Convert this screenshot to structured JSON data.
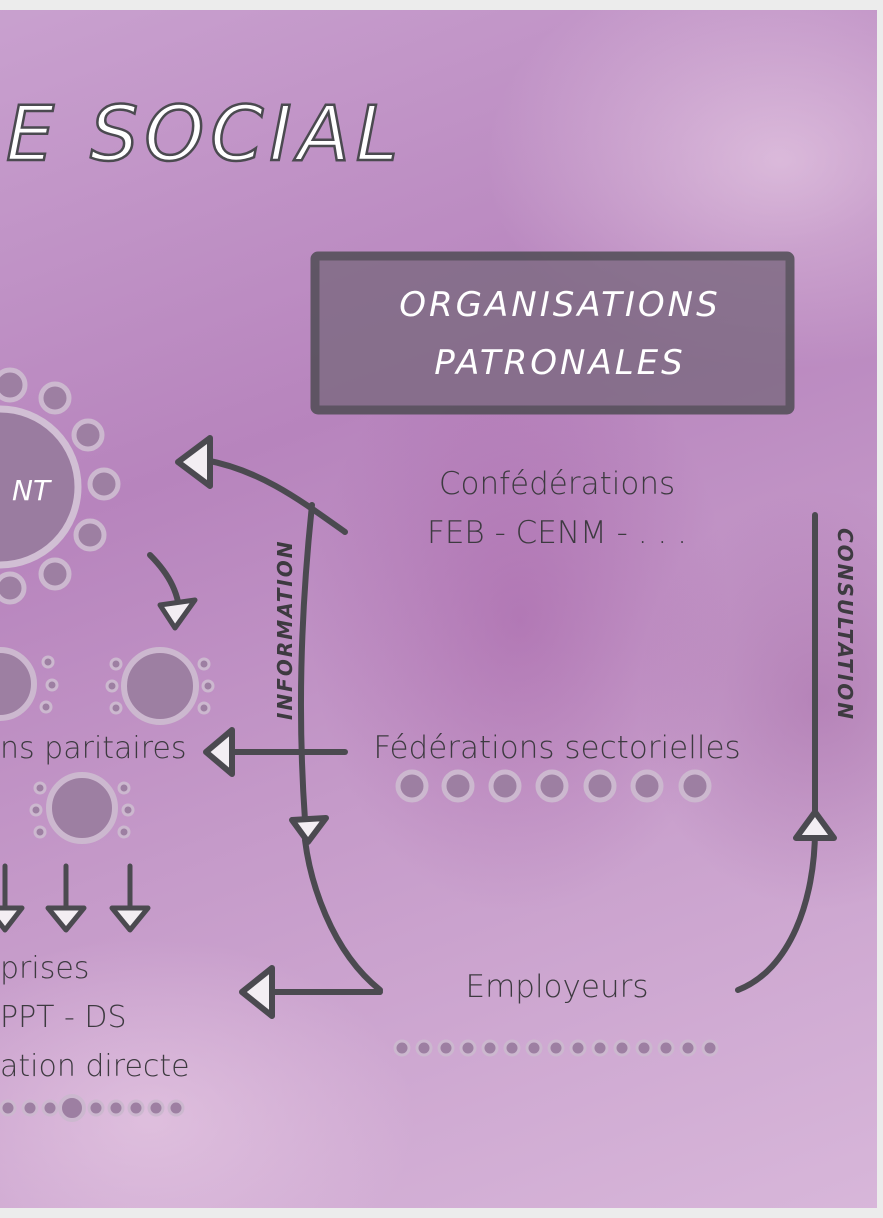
{
  "title": "E SOCIAL",
  "box": {
    "line1": "ORGANISATIONS",
    "line2": "PATRONALES"
  },
  "left_circle_label": "NT",
  "confederations": {
    "line1": "Confédérations",
    "line2": "FEB - CENM - . . ."
  },
  "federations": "Fédérations sectorielles",
  "employeurs": "Employeurs",
  "left_labels": {
    "paritaires": "ns paritaires",
    "prises": "prises",
    "ppt": "PPT - DS",
    "directe": "ation directe"
  },
  "information_label": "INFORMATION",
  "consultation_label": "CONSULTATION",
  "colors": {
    "stroke": "#4b4a50",
    "circle_fill": "#9d7fa2",
    "circle_ring": "#ccb8cf",
    "box_fill": "#7d6a82"
  }
}
